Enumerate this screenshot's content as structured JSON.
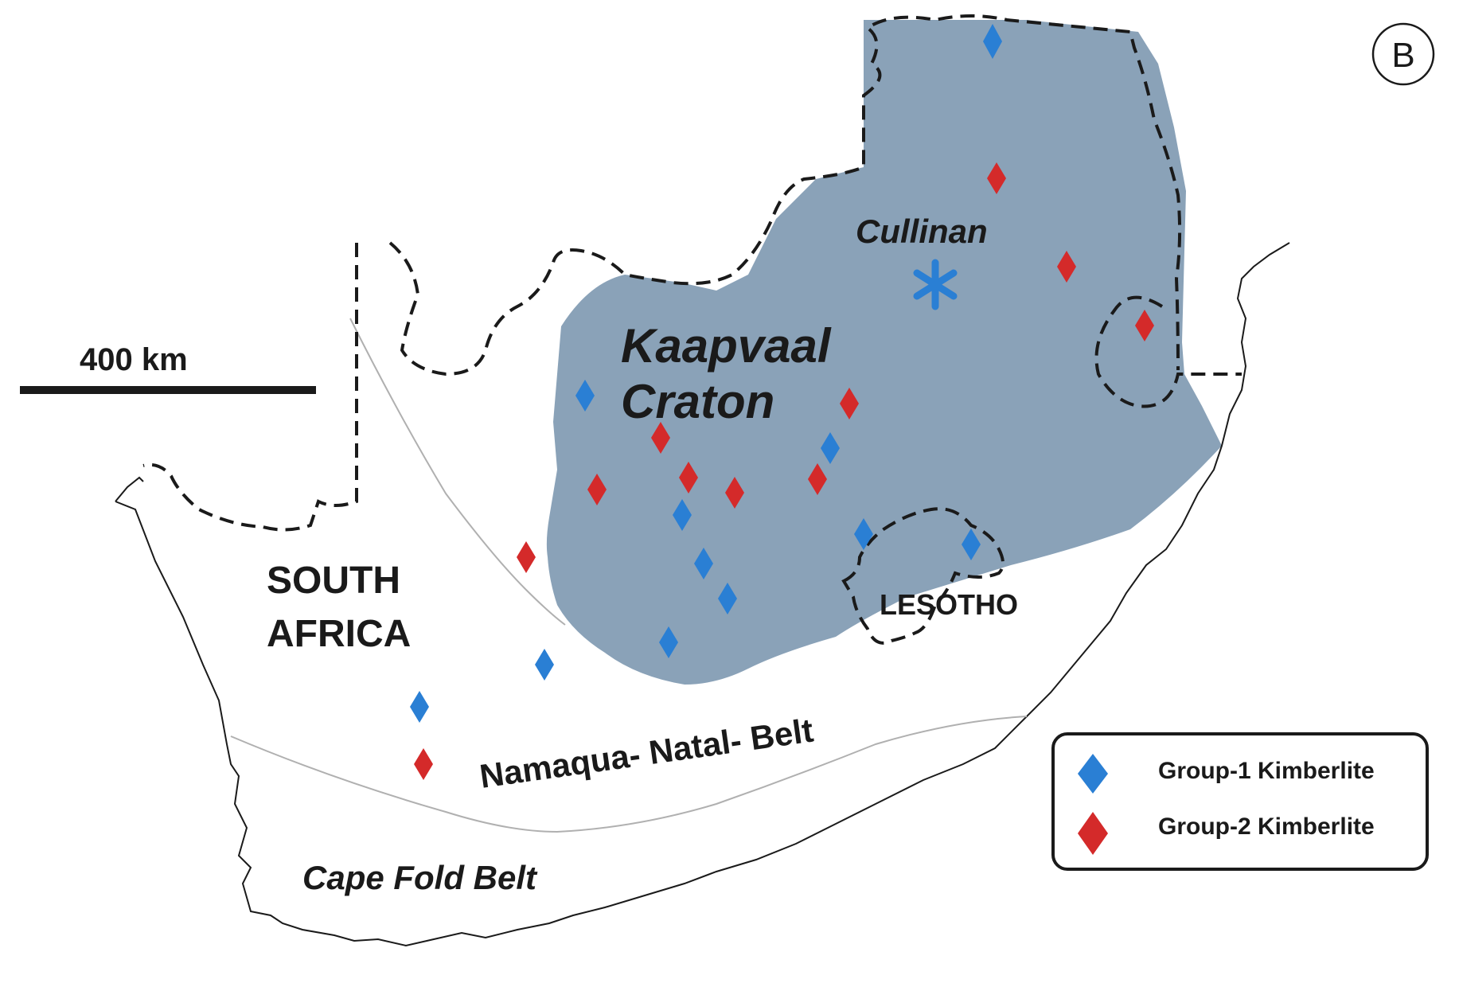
{
  "panel_label": "B",
  "scale_bar": {
    "label": "400 km"
  },
  "labels": {
    "country": [
      "SOUTH",
      "AFRICA"
    ],
    "craton": [
      "Kaapvaal",
      "Craton"
    ],
    "mine": "Cullinan",
    "lesotho": "LESOTHO",
    "belt_namaqua": "Namaqua- Natal- Belt",
    "belt_cape": "Cape Fold Belt"
  },
  "legend": {
    "items": [
      {
        "label": "Group-1 Kimberlite",
        "color": "#2a7fd4",
        "icon": "blue-diamond-icon"
      },
      {
        "label": "Group-2 Kimberlite",
        "color": "#d42a2a",
        "icon": "red-diamond-icon"
      }
    ]
  },
  "colors": {
    "craton_fill": "#8aa2b8",
    "group1": "#2a7fd4",
    "group2": "#d42a2a",
    "outline": "#1a1a1a"
  }
}
